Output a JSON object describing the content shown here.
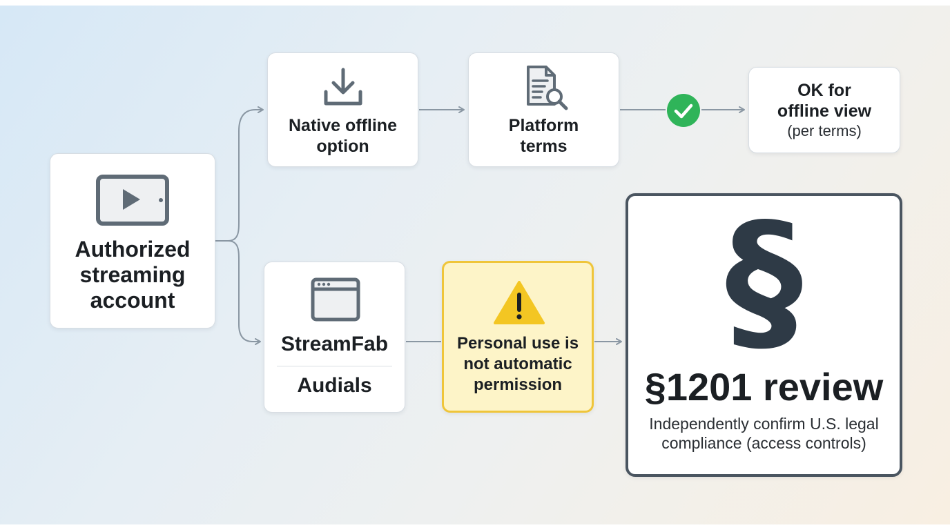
{
  "nodes": {
    "account": {
      "label": "Authorized\nstreaming\naccount",
      "icon": "tablet-play-icon"
    },
    "native_offline": {
      "label": "Native offline\noption",
      "icon": "download-icon"
    },
    "platform_terms": {
      "label": "Platform\nterms",
      "icon": "document-search-icon"
    },
    "ok_offline": {
      "title": "OK for\noffline view",
      "subtitle": "(per terms)"
    },
    "tools": {
      "tool_1": "StreamFab",
      "tool_2": "Audials",
      "icon": "browser-window-icon"
    },
    "warning": {
      "label": "Personal use is\nnot automatic\npermission",
      "icon": "warning-triangle-icon"
    },
    "review": {
      "glyph": "§",
      "title": "§1201 review",
      "description": "Independently confirm U.S. legal\ncompliance (access controls)"
    }
  },
  "colors": {
    "check_green": "#2fb459",
    "warning_fill": "#fdf4c8",
    "warning_border": "#efc53a",
    "icon_gray": "#5f6b76",
    "connector_gray": "#8a97a3"
  },
  "icons": [
    "tablet-play-icon",
    "download-icon",
    "document-search-icon",
    "checkmark-icon",
    "browser-window-icon",
    "warning-triangle-icon",
    "section-sign-icon"
  ]
}
